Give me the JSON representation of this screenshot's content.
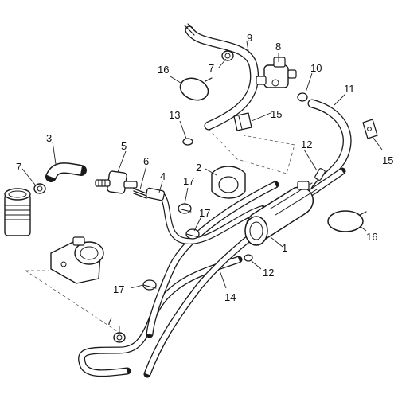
{
  "diagram": {
    "callouts": [
      {
        "id": "c1",
        "label": "1"
      },
      {
        "id": "c2",
        "label": "2"
      },
      {
        "id": "c3",
        "label": "3"
      },
      {
        "id": "c4",
        "label": "4"
      },
      {
        "id": "c5",
        "label": "5"
      },
      {
        "id": "c6",
        "label": "6"
      },
      {
        "id": "c7a",
        "label": "7"
      },
      {
        "id": "c7b",
        "label": "7"
      },
      {
        "id": "c7c",
        "label": "7"
      },
      {
        "id": "c8",
        "label": "8"
      },
      {
        "id": "c9",
        "label": "9"
      },
      {
        "id": "c10",
        "label": "10"
      },
      {
        "id": "c11",
        "label": "11"
      },
      {
        "id": "c12a",
        "label": "12"
      },
      {
        "id": "c12b",
        "label": "12"
      },
      {
        "id": "c13",
        "label": "13"
      },
      {
        "id": "c14",
        "label": "14"
      },
      {
        "id": "c15a",
        "label": "15"
      },
      {
        "id": "c15b",
        "label": "15"
      },
      {
        "id": "c16a",
        "label": "16"
      },
      {
        "id": "c16b",
        "label": "16"
      },
      {
        "id": "c17a",
        "label": "17"
      },
      {
        "id": "c17b",
        "label": "17"
      },
      {
        "id": "c17c",
        "label": "17"
      }
    ]
  }
}
